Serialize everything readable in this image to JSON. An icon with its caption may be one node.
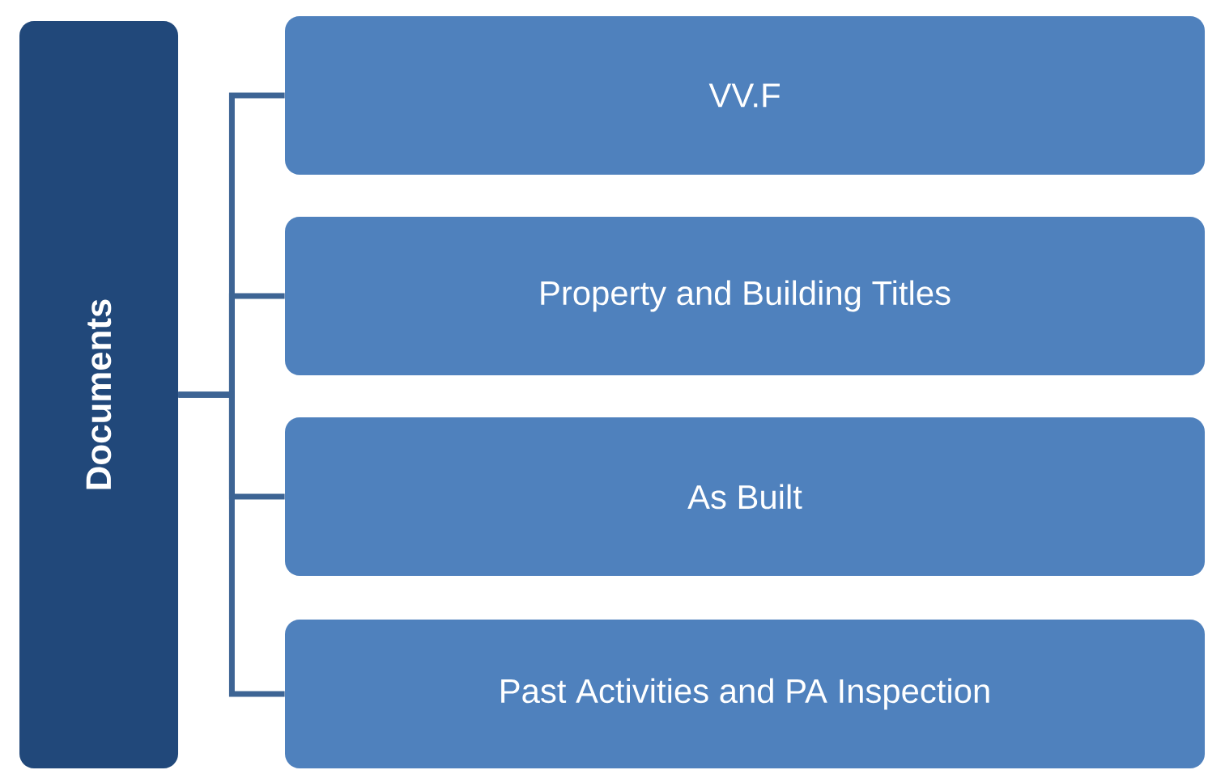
{
  "diagram": {
    "nodes": [
      {
        "text": [
          "Documents"
        ]
      },
      {
        "text": [
          "VV.F"
        ]
      },
      {
        "text": [
          "Property and Building Titles"
        ]
      },
      {
        "text": [
          "As Built"
        ]
      },
      {
        "text": [
          "Past Activities and PA Inspection"
        ]
      }
    ],
    "edges": [
      {
        "from": 0,
        "to": 1,
        "arrow": "none"
      },
      {
        "from": 0,
        "to": 2,
        "arrow": "none"
      },
      {
        "from": 0,
        "to": 3,
        "arrow": "none"
      },
      {
        "from": 0,
        "to": 4,
        "arrow": "none"
      }
    ]
  }
}
